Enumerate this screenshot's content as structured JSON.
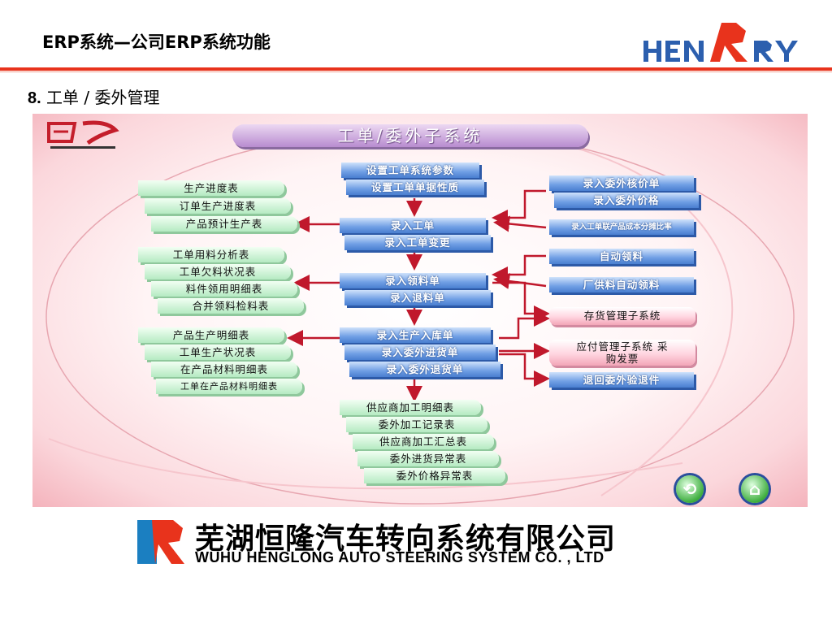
{
  "header": {
    "title": "ERP系统—公司ERP系统功能",
    "logo_text": "HENRY"
  },
  "section": {
    "number": "8.",
    "title": "工单 / 委外管理"
  },
  "diagram": {
    "system_title": "工单/委外子系统",
    "center": {
      "params": [
        "设置工单系统参数",
        "设置工单单据性质"
      ],
      "work_order": [
        "录入工单",
        "录入工单变更"
      ],
      "issue": [
        "录入领料单",
        "录入退料单"
      ],
      "receipt": [
        "录入生产入库单",
        "录入委外进货单",
        "录入委外退货单"
      ],
      "reports": [
        "供应商加工明细表",
        "委外加工记录表",
        "供应商加工汇总表",
        "委外进货异常表",
        "委外价格异常表"
      ]
    },
    "left": {
      "group1": [
        "生产进度表",
        "订单生产进度表",
        "产品预计生产表"
      ],
      "group2": [
        "工单用料分析表",
        "工单欠料状况表",
        "料件领用明细表",
        "合并领料检料表"
      ],
      "group3": [
        "产品生产明细表",
        "工单生产状况表",
        "在产品材料明细表",
        "工单在产品材料明细表"
      ]
    },
    "right": {
      "outsource": [
        "录入委外核价单",
        "录入委外价格"
      ],
      "cost_ratio": "录入工单联产品成本分摊比率",
      "auto_issue": [
        "自动领料",
        "厂供料自动领料"
      ],
      "links": [
        "存货管理子系统",
        "应付管理子系统 采购发票",
        "退回委外验退件"
      ]
    },
    "nav": {
      "back_icon": "cycle-icon",
      "home_icon": "home-icon"
    }
  },
  "footer": {
    "company_cn": "芜湖恒隆汽车转向系统有限公司",
    "company_en": "WUHU HENGLONG AUTO STEERING SYSTEM CO. , LTD"
  },
  "colors": {
    "accent": "#e8331c",
    "node_blue": "#4a7fd0",
    "node_green": "#b5eac2",
    "node_pink": "#f3a6b8",
    "arrow": "#c0182c"
  }
}
